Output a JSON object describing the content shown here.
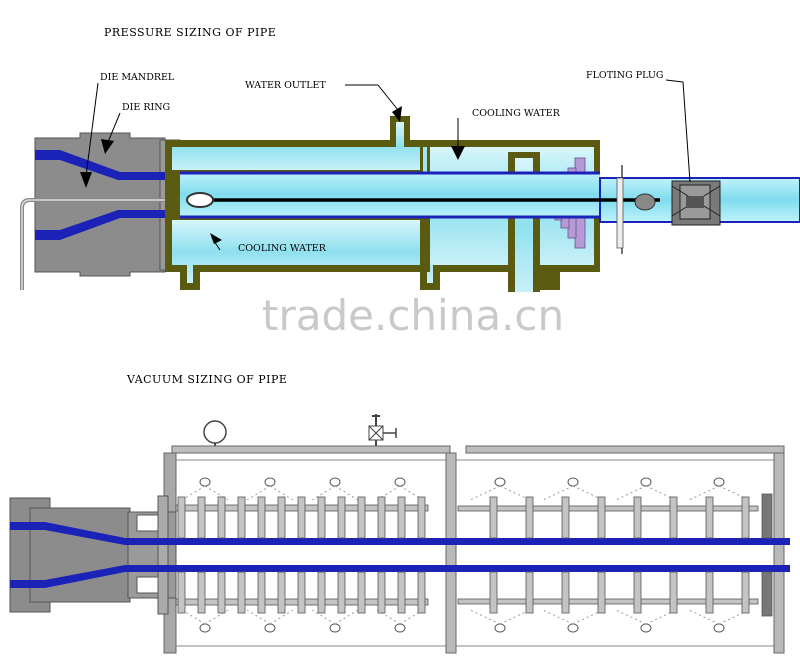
{
  "pressure_sizing": {
    "title": "PRESSURE  SIZING OF PIPE",
    "labels": {
      "die_mandrel": "DIE MANDREL",
      "die_ring": "DIE RING",
      "water_outlet": "WATER  OUTLET",
      "cooling_water_top": "COOLING WATER",
      "floting_plug": "FLOTING PLUG",
      "cooling_water_bottom": "COOLING WATER"
    }
  },
  "watermark": "trade.china.cn",
  "vacuum_sizing": {
    "title": "VACUUM  SIZING OF PIPE"
  },
  "colors": {
    "pipe_blue": "#1a22b8",
    "tank_olive": "#5a5a10",
    "water_cyan": "#9ee6f2",
    "die_gray": "#8a8a8a",
    "plug_lavender": "#b59ad6",
    "frame_gray": "#9a9a9a"
  }
}
